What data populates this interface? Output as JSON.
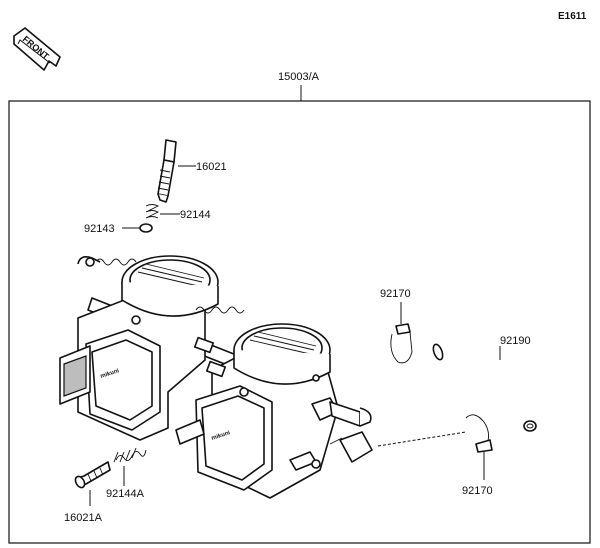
{
  "page_code": "E1611",
  "front_arrow": {
    "label": "FRONT"
  },
  "assembly": {
    "part_number": "15003/A"
  },
  "parts": [
    {
      "key": "screw_top",
      "number": "16021"
    },
    {
      "key": "spring_top",
      "number": "92144"
    },
    {
      "key": "washer",
      "number": "92143"
    },
    {
      "key": "clamp_top",
      "number": "92170"
    },
    {
      "key": "hose",
      "number": "92190"
    },
    {
      "key": "clamp_bottom",
      "number": "92170"
    },
    {
      "key": "spring_bottom",
      "number": "92144A"
    },
    {
      "key": "screw_bottom",
      "number": "16021A"
    }
  ],
  "icons": [
    "front-arrow-icon",
    "carburetor-assembly-icon",
    "hose-icon",
    "clamp-icon",
    "screw-icon",
    "spring-icon"
  ]
}
